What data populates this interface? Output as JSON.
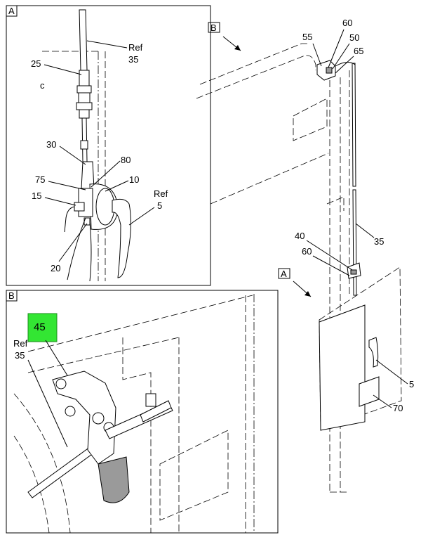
{
  "colors": {
    "highlight": "#33e633",
    "line": "#000000",
    "background": "#ffffff"
  },
  "panels": {
    "a": {
      "label": "A"
    },
    "b": {
      "label": "B"
    }
  },
  "view_markers": {
    "a": "A",
    "b": "B"
  },
  "callouts": {
    "ref35_a": {
      "line1": "Ref",
      "line2": "35"
    },
    "c25": "25",
    "small_c": "c",
    "c30": "30",
    "c80": "80",
    "c75": "75",
    "c10": "10",
    "c15": "15",
    "ref5_a": {
      "line1": "Ref",
      "line2": "5"
    },
    "c20": "20",
    "c55": "55",
    "c60_top": "60",
    "c50": "50",
    "c65": "65",
    "c35": "35",
    "c40": "40",
    "c60_mid": "60",
    "c5": "5",
    "c70": "70",
    "c45": "45",
    "ref35_b": {
      "line1": "Ref",
      "line2": "35"
    }
  }
}
